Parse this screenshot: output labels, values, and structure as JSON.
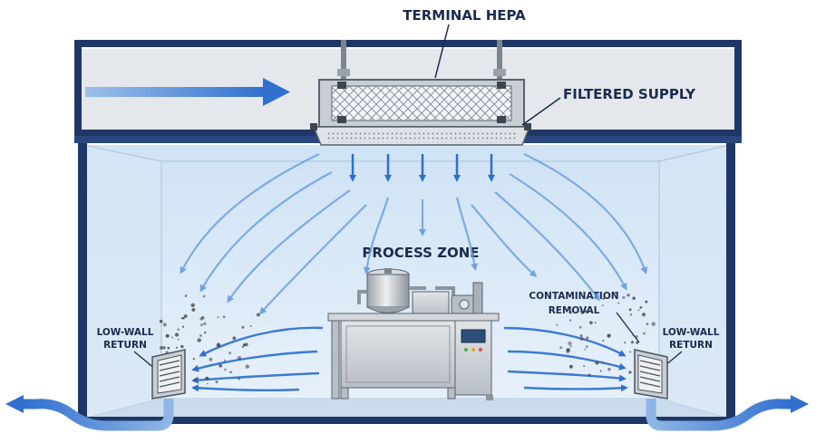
{
  "labels": {
    "terminal_hepa": "TERMINAL HEPA",
    "filtered_supply": "FILTERED SUPPLY",
    "process_zone": "PROCESS ZONE",
    "contamination_removal_line1": "CONTAMINATION",
    "contamination_removal_line2": "REMOVAL",
    "low_wall_return_left_line1": "LOW-WALL",
    "low_wall_return_left_line2": "RETURN",
    "low_wall_return_right_line1": "LOW-WALL",
    "low_wall_return_right_line2": "RETURN"
  },
  "colors": {
    "wall_navy": "#1f3766",
    "duct_gray": "#e4e7eb",
    "room_tint": "#dceaf6",
    "airflow_blue": "#2f6fce",
    "label_navy": "#1b2a4e",
    "steel": "#c9ced4",
    "particle": "#4a4f57"
  },
  "icons": [
    "hepa-filter-icon",
    "return-grille-icon",
    "process-equipment-icon",
    "airflow-arrow-icon",
    "particle-icon"
  ]
}
